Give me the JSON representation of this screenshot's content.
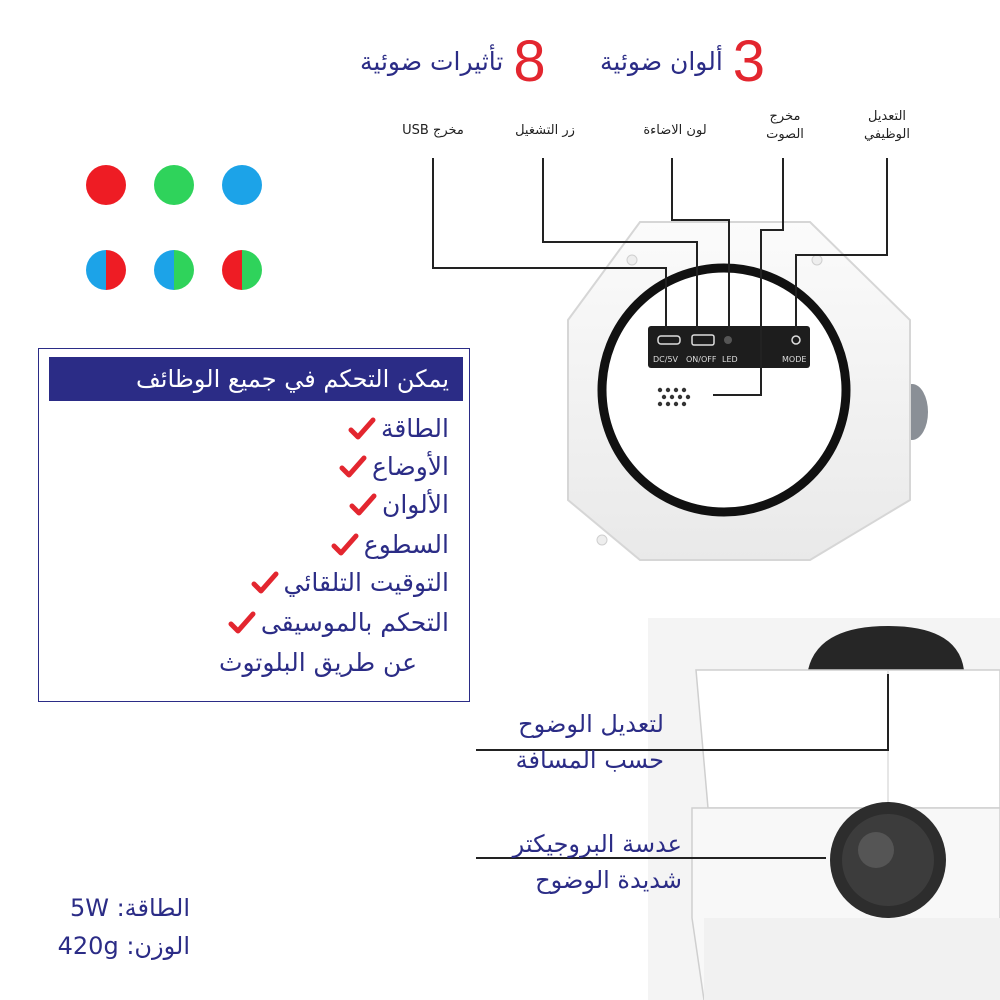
{
  "headline": {
    "colors_num": "3",
    "colors_text": "ألوان ضوئية",
    "effects_num": "8",
    "effects_text": "تأثيرات ضوئية"
  },
  "callouts_top": {
    "usb": "مخرج USB",
    "power_button": "زر التشغيل",
    "light_color": "لون الاضاءة",
    "sound_out_line1": "مخرج",
    "sound_out_line2": "الصوت",
    "mode_line1": "التعديل",
    "mode_line2": "الوظيفي"
  },
  "device_panel": {
    "port_dc": "DC/5V",
    "port_onoff": "ON/OFF",
    "port_led": "LED",
    "port_mode": "MODE"
  },
  "color_dots": [
    {
      "name": "red",
      "colors": [
        "#ee1c24"
      ]
    },
    {
      "name": "green",
      "colors": [
        "#2fd35b"
      ]
    },
    {
      "name": "blue",
      "colors": [
        "#1ca3e8"
      ]
    },
    {
      "name": "red-blue",
      "colors": [
        "#ee1c24",
        "#1ca3e8"
      ]
    },
    {
      "name": "blue-green",
      "colors": [
        "#1ca3e8",
        "#2fd35b"
      ]
    },
    {
      "name": "green-red",
      "colors": [
        "#2fd35b",
        "#ee1c24"
      ]
    }
  ],
  "features": {
    "title": "يمكن التحكم في جميع الوظائف",
    "items": [
      "الطاقة",
      "الأوضاع",
      "الألوان",
      "السطوع",
      "التوقيت التلقائي",
      "التحكم بالموسيقى"
    ],
    "continuation": "عن طريق البلوتوث"
  },
  "callouts_bottom": {
    "focus_line1": "لتعديل الوضوح",
    "focus_line2": "حسب المسافة",
    "lens_line1": "عدسة البروجيكتر",
    "lens_line2": "شديدة الوضوح"
  },
  "specs": {
    "power": "الطاقة: 5W",
    "weight": "الوزن: 420g"
  },
  "colors": {
    "navy": "#2b2c86",
    "red": "#e3262f",
    "check": "#e3262f"
  }
}
